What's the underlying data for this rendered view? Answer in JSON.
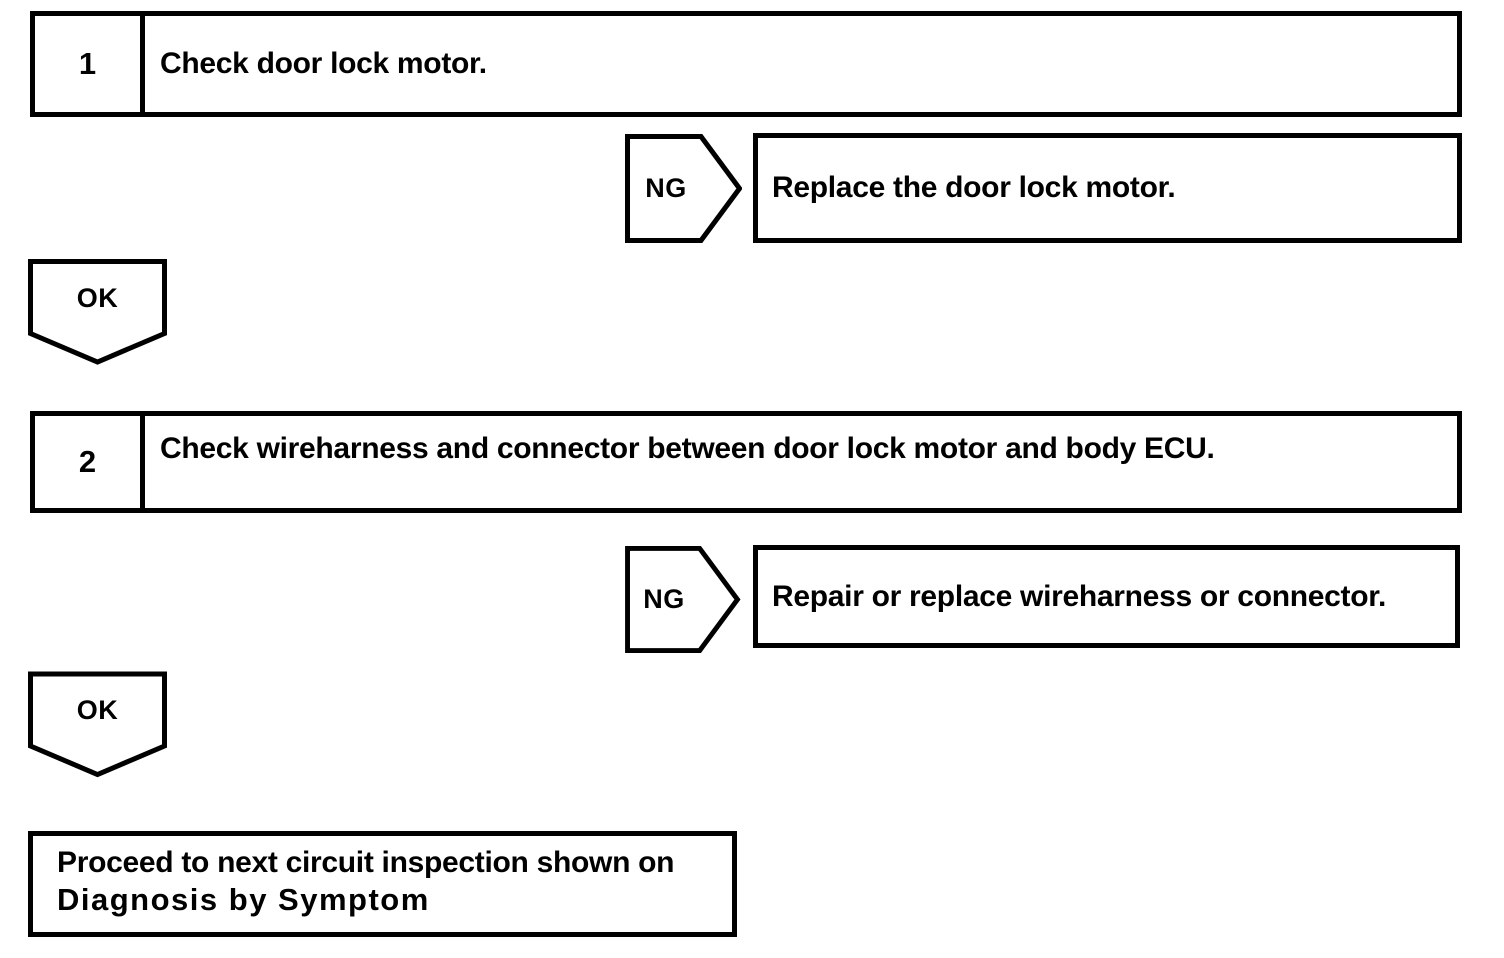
{
  "page": {
    "background_color": "#ffffff",
    "ink_color": "#000000"
  },
  "flowchart": {
    "steps": [
      {
        "number": "1",
        "instruction": "Check door lock motor.",
        "ng_label": "NG",
        "ng_action": "Replace the door lock motor.",
        "ok_label": "OK"
      },
      {
        "number": "2",
        "instruction": "Check wireharness and connector between door lock motor and body ECU.",
        "ng_label": "NG",
        "ng_action": "Repair or replace wireharness or connector.",
        "ok_label": "OK"
      }
    ],
    "terminal": {
      "line1": "Proceed to next circuit inspection shown on",
      "line2": "Diagnosis by Symptom"
    }
  }
}
